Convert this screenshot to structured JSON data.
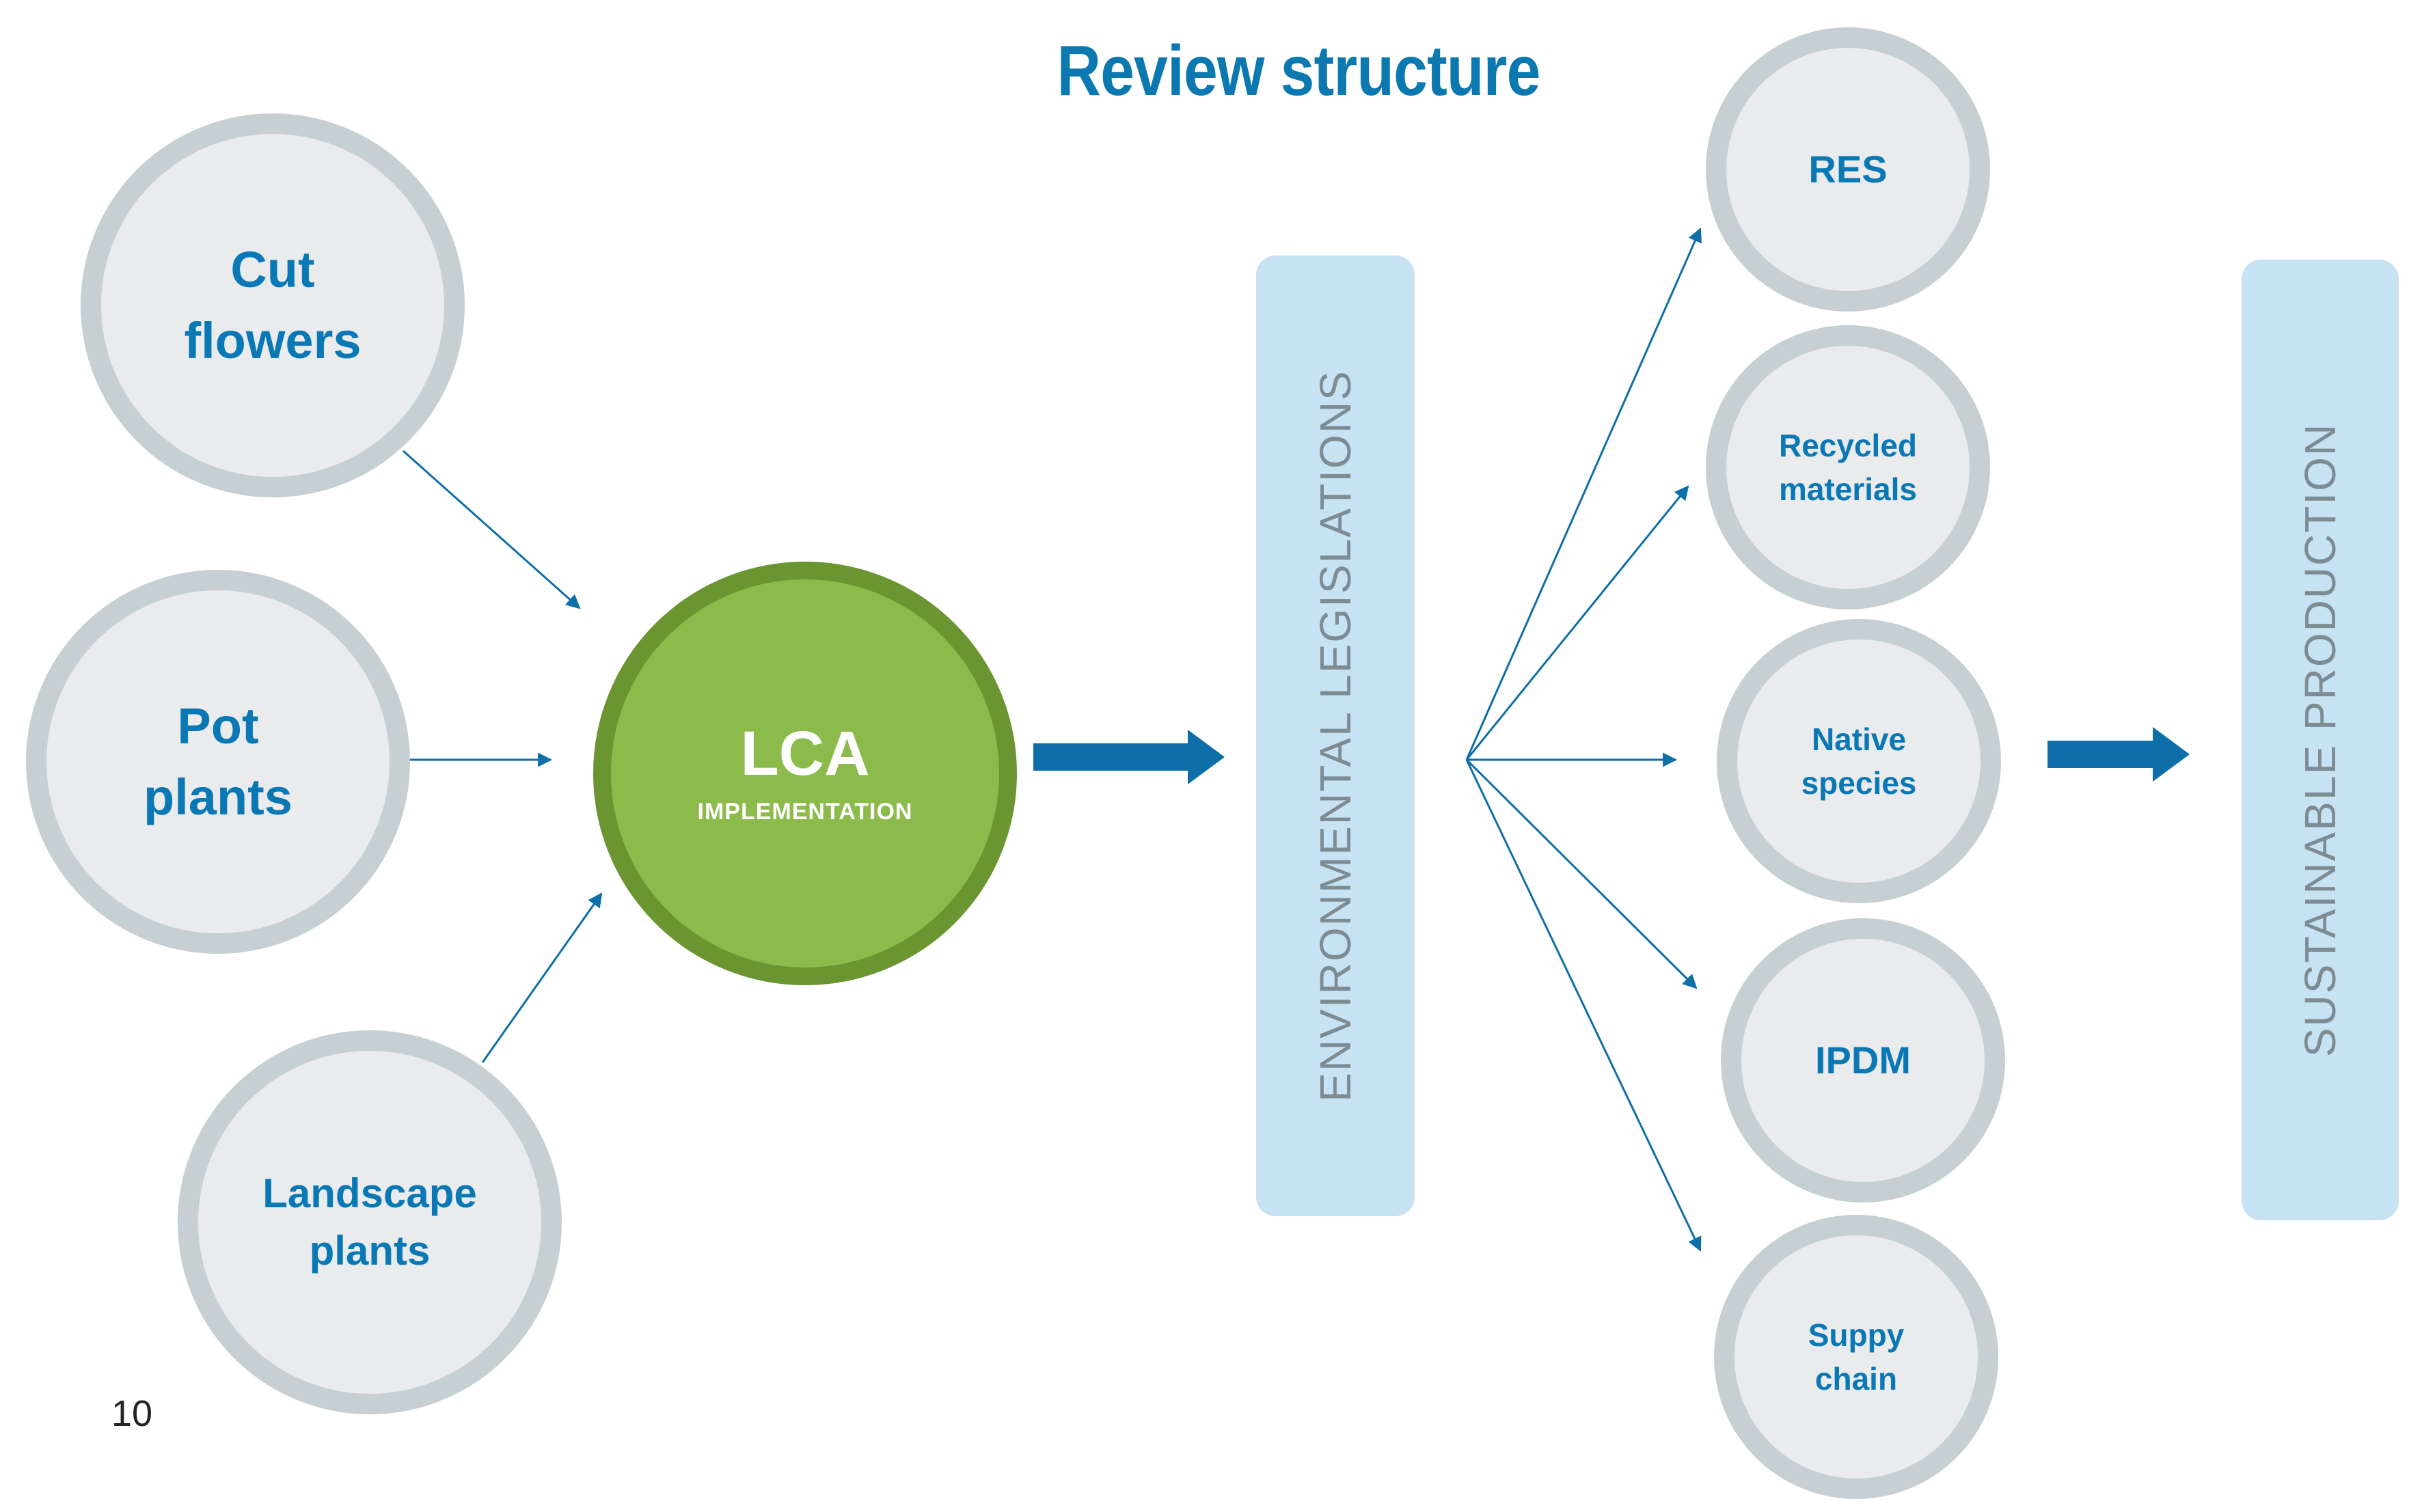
{
  "title": "Review structure",
  "sources": [
    {
      "id": "cut_flowers",
      "label": "Cut\nflowers"
    },
    {
      "id": "pot_plants",
      "label": "Pot\nplants"
    },
    {
      "id": "landscape_plants",
      "label": "Landscape\nplants"
    }
  ],
  "center": {
    "label": "LCA",
    "sublabel": "IMPLEMENTATION"
  },
  "legislation_bar": {
    "label": "ENVIRONMENTAL LEGISLATIONS"
  },
  "outcomes": [
    {
      "id": "res",
      "label": "RES"
    },
    {
      "id": "recycled_materials",
      "label": "Recycled\nmaterials"
    },
    {
      "id": "native_species",
      "label": "Native\nspecies"
    },
    {
      "id": "ipdm",
      "label": "IPDM"
    },
    {
      "id": "suppy_chain",
      "label": "Suppy\nchain"
    }
  ],
  "result_bar": {
    "label": "SUSTAINABLE PRODUCTION"
  },
  "page_number": "10",
  "colors": {
    "title": "#0b78b0",
    "node_text": "#0a78b4",
    "node_fill": "#e9ebec",
    "node_ring": "#c6cfd1",
    "lca_fill": "#8cbb4c",
    "lca_ring": "#6a9530",
    "bar_fill": "#c7e3f3",
    "bar_text": "#7d8b92",
    "arrow": "#0d6ea8"
  }
}
